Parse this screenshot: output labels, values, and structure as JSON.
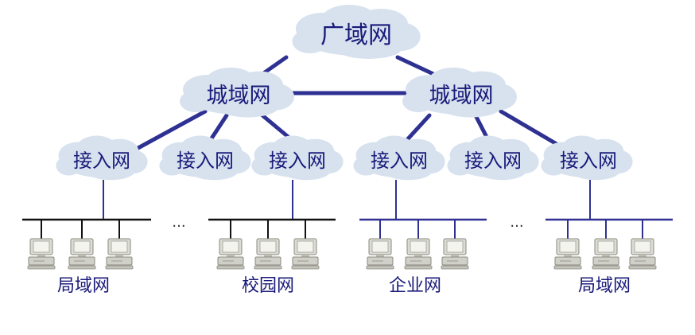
{
  "wan": {
    "label": "广域网"
  },
  "man": [
    {
      "label": "城域网"
    },
    {
      "label": "城域网"
    }
  ],
  "access": [
    {
      "label": "接入网"
    },
    {
      "label": "接入网"
    },
    {
      "label": "接入网"
    },
    {
      "label": "接入网"
    },
    {
      "label": "接入网"
    },
    {
      "label": "接入网"
    }
  ],
  "networks": [
    {
      "label": "局域网"
    },
    {
      "label": "校园网"
    },
    {
      "label": "企业网"
    },
    {
      "label": "局域网"
    }
  ],
  "ellipsis": [
    "···",
    "···"
  ],
  "colors": {
    "cloud_fill": "#d7e2ee",
    "link": "#2e3192",
    "bus_black": "#111111",
    "bus_blue": "#2e3192",
    "text": "#1a1a7a"
  }
}
